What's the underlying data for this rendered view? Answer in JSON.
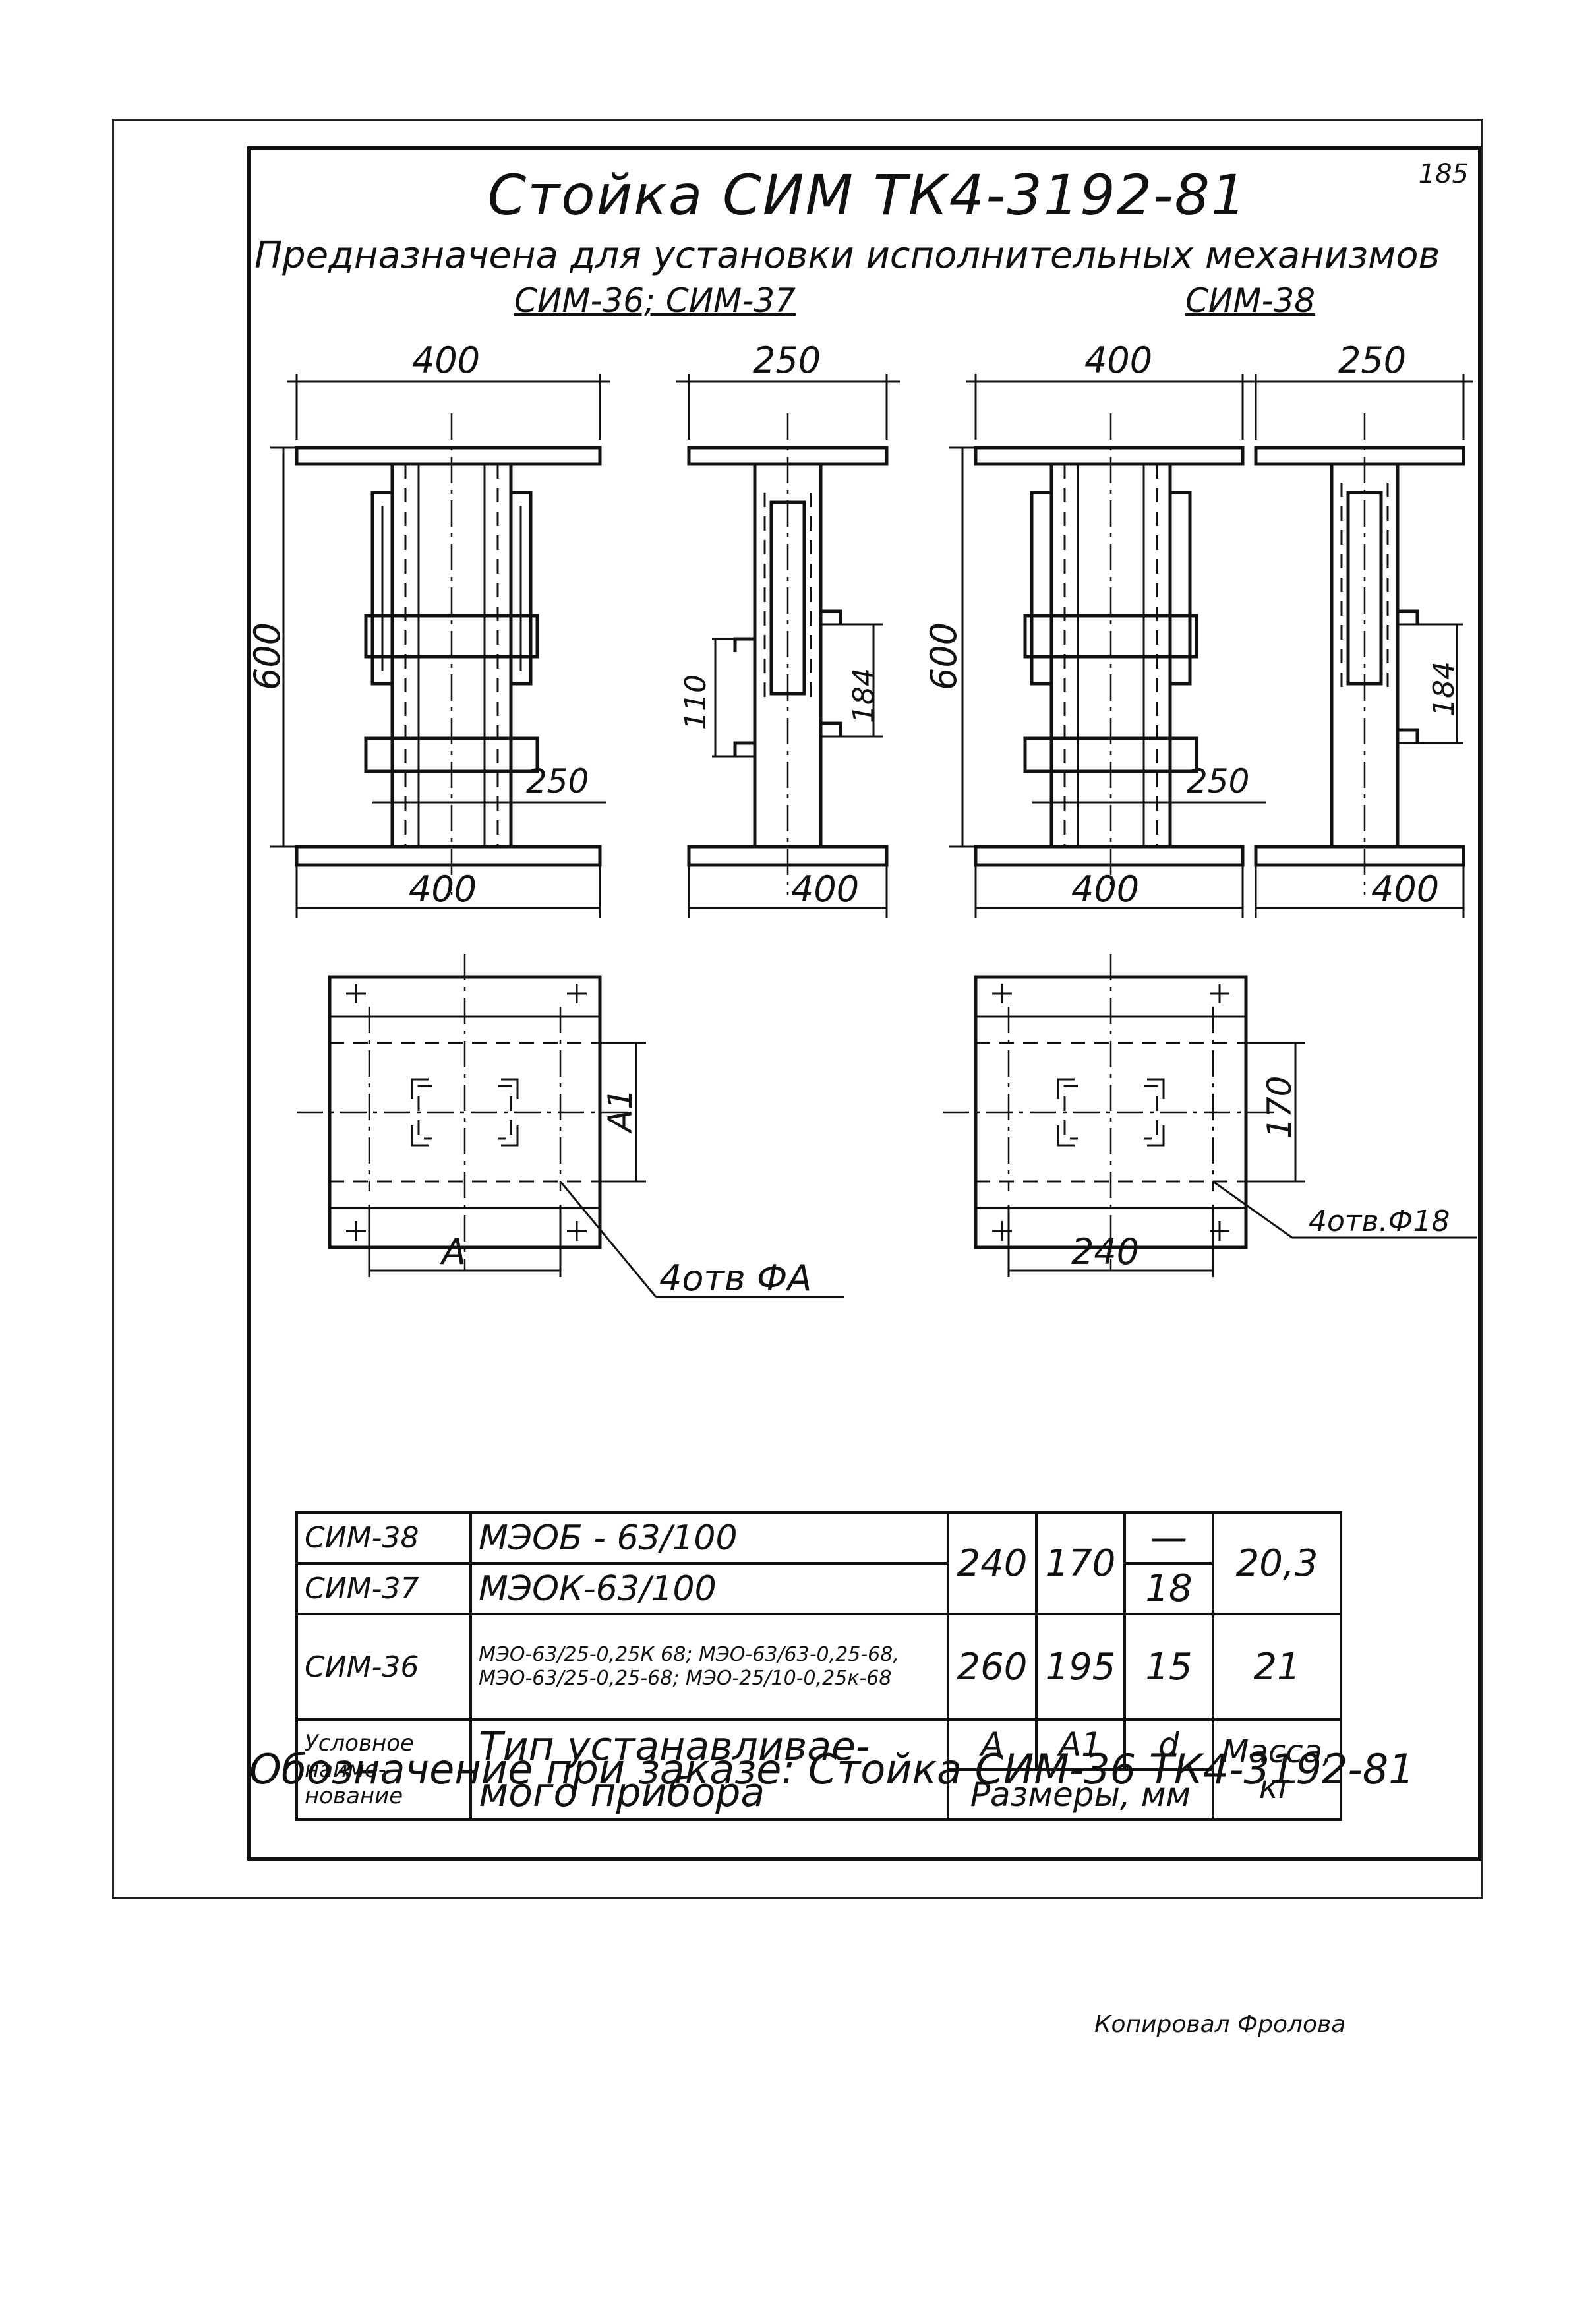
{
  "header": {
    "title": "Стойка СИМ ТК4-3192-81",
    "page_number": "185",
    "purpose": "Предназначена для установки исполнительных механизмов",
    "group_left": "СИМ-36; СИМ-37",
    "group_right": "СИМ-38"
  },
  "drawing": {
    "top_width": "400",
    "top_depth": "250",
    "height": "600",
    "gap_110": "110",
    "gap_184": "184",
    "base_mid": "250",
    "base_width": "400",
    "plan_A": "A",
    "plan_A1": "A1",
    "plan_holes": "4отв ФА",
    "plan2_170": "170",
    "plan2_240": "240",
    "plan2_holes": "4отв.Ф18"
  },
  "table": {
    "rows": [
      {
        "name": "СИМ-38",
        "device": "МЭОБ - 63/100"
      },
      {
        "name": "СИМ-37",
        "device": "МЭОК-63/100"
      },
      {
        "name": "СИМ-36",
        "device": "МЭО-63/25-0,25К 68; МЭО-63/63-0,25-68, МЭО-63/25-0,25-68; МЭО-25/10-0,25к-68"
      }
    ],
    "values_37_38": {
      "A": "240",
      "A1": "170",
      "d38": "—",
      "d37": "18",
      "mass": "20,3"
    },
    "values_36": {
      "A": "260",
      "A1": "195",
      "d": "15",
      "mass": "21"
    },
    "header": {
      "name": "Условное наиме- нование",
      "device_line1": "Тип устанавливае-",
      "device_line2": "мого прибора",
      "col_A": "A",
      "col_A1": "A1",
      "col_d": "d",
      "sizes": "Размеры, мм",
      "mass": "Масса, кг"
    }
  },
  "order_designation": "Обозначение при заказе: Стойка СИМ-36 ТК4-3192-81",
  "copied_by": "Копировал Фролова"
}
